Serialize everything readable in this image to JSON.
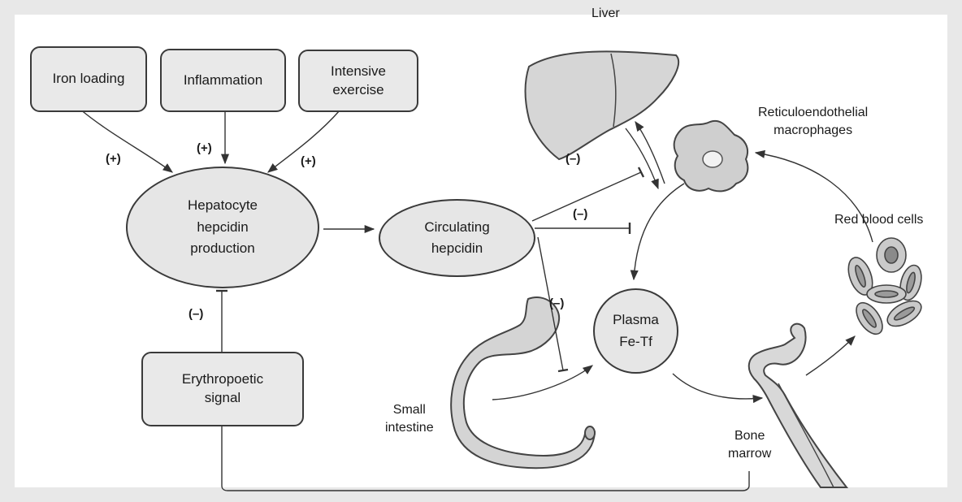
{
  "boxes": {
    "iron_loading": "Iron loading",
    "inflammation": "Inflammation",
    "intensive_exercise": "Intensive\nexercise",
    "erythropoetic_signal": "Erythropoetic\nsignal"
  },
  "ovals": {
    "hepatocyte": "Hepatocyte\nhepcidin\nproduction",
    "circulating": "Circulating\nhepcidin",
    "plasma": "Plasma\nFe-Tf"
  },
  "organs": {
    "liver": "Liver",
    "macrophages": "Reticuloendothelial\nmacrophages",
    "red_blood_cells": "Red blood cells",
    "small_intestine": "Small\nintestine",
    "bone_marrow": "Bone\nmarrow"
  },
  "signs": {
    "plus": "(+)",
    "minus": "(–)"
  }
}
